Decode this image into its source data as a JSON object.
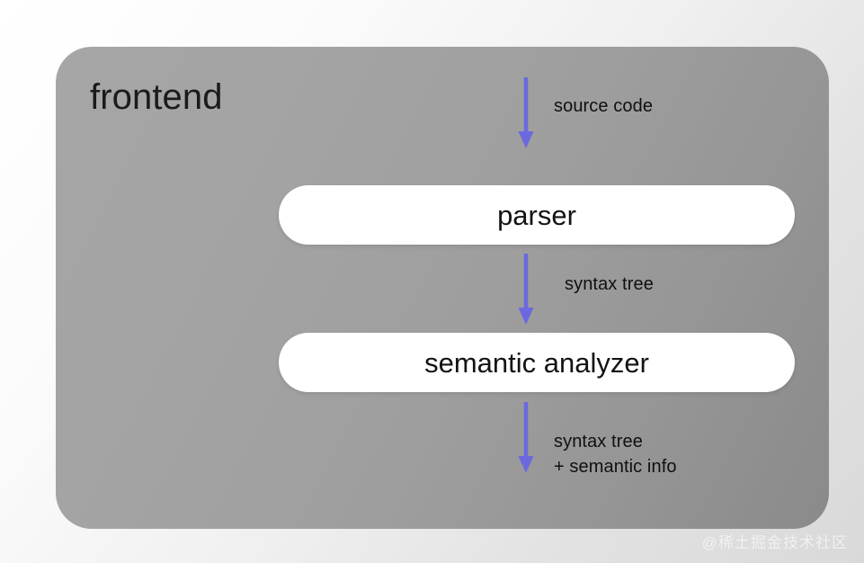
{
  "diagram": {
    "container": {
      "title": "frontend",
      "fill_color": "#a0a0a0"
    },
    "stages": [
      {
        "id": "parser",
        "label": "parser"
      },
      {
        "id": "semantic-analyzer",
        "label": "semantic analyzer"
      }
    ],
    "edges": [
      {
        "id": "source-code",
        "label": "source code",
        "arrow_icon": "down-arrow-icon",
        "arrow_color": "#6b69dd"
      },
      {
        "id": "syntax-tree",
        "label": "syntax tree",
        "arrow_icon": "down-arrow-icon",
        "arrow_color": "#6b69dd"
      },
      {
        "id": "syntax-tree-semantic-info",
        "label": "syntax tree\n+ semantic info",
        "arrow_icon": "down-arrow-icon",
        "arrow_color": "#6b69dd"
      }
    ]
  },
  "watermark": {
    "text": "@稀土掘金技术社区"
  }
}
